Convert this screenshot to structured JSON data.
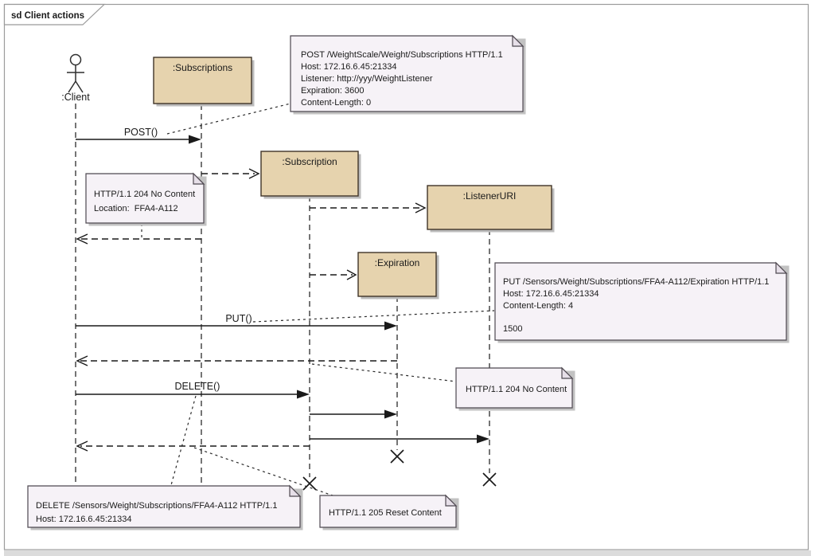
{
  "frame": {
    "title": "sd Client actions"
  },
  "actor": {
    "label": ":Client"
  },
  "objects": {
    "subscriptions": {
      "label": ":Subscriptions"
    },
    "subscription": {
      "label": ":Subscription"
    },
    "listeneruri": {
      "label": ":ListenerURI"
    },
    "expiration": {
      "label": ":Expiration"
    }
  },
  "messages": {
    "post": {
      "label": "POST()"
    },
    "put": {
      "label": "PUT()"
    },
    "delete": {
      "label": "DELETE()"
    }
  },
  "notes": {
    "post_request": {
      "lines": [
        "POST /WeightScale/Weight/Subscriptions HTTP/1.1",
        "Host: 172.16.6.45:21334",
        "Listener: http://yyy/WeightListener",
        "Expiration: 3600",
        "Content-Length: 0"
      ]
    },
    "post_response": {
      "lines": [
        "HTTP/1.1 204 No Content",
        "Location:  FFA4-A112"
      ]
    },
    "put_request": {
      "lines": [
        "PUT /Sensors/Weight/Subscriptions/FFA4-A112/Expiration HTTP/1.1",
        "Host: 172.16.6.45:21334",
        "Content-Length: 4",
        "",
        "1500"
      ]
    },
    "put_response": {
      "lines": [
        "HTTP/1.1 204 No Content"
      ]
    },
    "delete_request": {
      "lines": [
        "DELETE /Sensors/Weight/Subscriptions/FFA4-A112 HTTP/1.1",
        "Host: 172.16.6.45:21334"
      ]
    },
    "delete_response": {
      "lines": [
        "HTTP/1.1 205 Reset Content"
      ]
    }
  },
  "colors": {
    "object_fill": "#e6d3ae",
    "object_border": "#3f3428",
    "note_fill": "#f6f2f7",
    "note_border": "#4e4850",
    "shadow": "#bcbcbc",
    "line": "#1a1a1a",
    "frame_border": "#9b9b9b",
    "footer_strip": "#dcdcdc",
    "actor_head_fill": "#f3e8d4"
  }
}
